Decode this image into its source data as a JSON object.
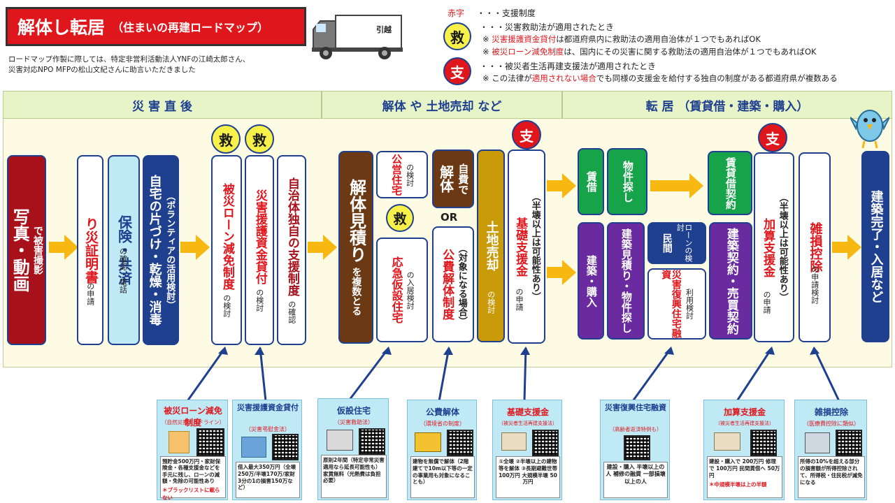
{
  "title": {
    "main": "解体し転居",
    "sub": "（住まいの再建ロードマップ）"
  },
  "credit": [
    "ロードマップ作製に際しては、特定非営利活動法人YNFの江崎太郎さん、",
    "災害対応NPO MFPの松山文紀さんに助言いただきました"
  ],
  "truck_label": "引越",
  "legend": {
    "red_word": "赤字",
    "red_desc": "・・・支援制度",
    "kyu_symbol": "救",
    "kyu_desc": "・・・災害救助法が適用されたとき",
    "kyu_note1_a": "※ ",
    "kyu_note1_red": "災害援護資金貸付",
    "kyu_note1_b": "は都道府県内に救助法の適用自治体が１つでもあればOK",
    "kyu_note2_a": "※ ",
    "kyu_note2_red": "被災ローン減免制度",
    "kyu_note2_b": "は、国内にその災害に関する救助法の適用自治体が１つでもあればOK",
    "shi_symbol": "支",
    "shi_desc": "・・・被災者生活再建支援法が適用されたとき",
    "shi_note_a": "※ この法律が",
    "shi_note_red": "適用されない場合",
    "shi_note_b": "でも同様の支援金を給付する独自の制度がある都道府県が複数ある"
  },
  "phases": [
    "災 害 直 後",
    "解体 や 土地売却 など",
    "転 居 （賃貸借・建築・購入）"
  ],
  "steps": {
    "photo": {
      "main": "写真・動画",
      "sub": "で被害撮影"
    },
    "risai": {
      "main": "り災証明書",
      "sub": "の申請"
    },
    "hoken": {
      "main": "保険・共済",
      "sub": "の確認・電話"
    },
    "jitaku": {
      "main": "自宅の片づけ・乾燥・消毒",
      "sub": "（ボランティアの活用検討）"
    },
    "loan": {
      "main": "被災ローン減免制度",
      "sub": "の検討"
    },
    "engo": {
      "main": "災害援護資金貸付",
      "sub": "の検討"
    },
    "jichitai": {
      "main": "自治体独自の支援制度",
      "sub": "の確認"
    },
    "kaitai_mitsumori": {
      "main": "解体見積り",
      "sub": "を複数とる"
    },
    "koei": {
      "main": "公営住宅",
      "sub": "の検討"
    },
    "kasetsu": {
      "main": "応急仮設住宅",
      "sub": "の入居検討"
    },
    "jihi": {
      "main": "解体",
      "sub": "自費で"
    },
    "or": "OR",
    "kohi": {
      "main": "公費解体制度",
      "sub": "（対象になる場合）"
    },
    "tochi": {
      "main": "土地売却",
      "sub": "の検討"
    },
    "kiso": {
      "main": "基礎支援金",
      "sub1": "（半壊以上は可能性あり）",
      "sub2": "の申請"
    },
    "chinshaku": "賃借",
    "bukken": "物件探し",
    "chintai_keiyaku": "賃貸借契約",
    "kenchiku_konyu": "建築・購入",
    "kenchiku_mitsumori": "建築見積り・物件探し",
    "minkan": {
      "main": "民間",
      "sub": "ローンの検討"
    },
    "fukko": {
      "main": "災害復興住宅融資",
      "sub": "利用検討"
    },
    "baibai": "建築契約・売買契約",
    "kasan": {
      "main": "加算支援金",
      "sub1": "（半壊以上は可能性あり）",
      "sub2": "の申請"
    },
    "zasson": {
      "main": "雑損控除",
      "sub": "の申請検討"
    },
    "kanryo": "建築完了・入居など"
  },
  "cards": [
    {
      "title": "被災ローン減免制度",
      "subtitle": "（自然災害ガイドライン）",
      "body": "預貯金500万円・家財保険金・各種支援金などを手元に残し、ローンの減額・免除の可能性あり",
      "note": "＊ブラックリストに載らない"
    },
    {
      "title": "災害援護資金貸付",
      "subtitle": "（災害弔慰金法）",
      "body": "借入最大350万円（全壊250万/半壊170万/家財3分の1の損害150万など）",
      "note": ""
    },
    {
      "title": "仮設住宅",
      "subtitle": "（災害救助法）",
      "body": "原則2年間（特定非常災害適用なら延長可能性も）家賃無料（光熱費は負担必要）",
      "note": ""
    },
    {
      "title": "公費解体",
      "subtitle": "（環境省の制度）",
      "body": "建物を無償で解体（2階建てで10m以下等の一定の事業用も対象になることも）",
      "note": ""
    },
    {
      "title": "基礎支援金",
      "subtitle": "（被災者生活再建支援法）",
      "body": "①全壊 ②半壊以上の建物等を解体 ③長期避難世帯 100万円 大規模半壊 50万円",
      "note": ""
    },
    {
      "title": "災害復興住宅融資",
      "subtitle": "（高齢者返済特例も）",
      "body": "建設・購入 半壊以上の人 補修の融資 一部損壊以上の人",
      "note": ""
    },
    {
      "title": "加算支援金",
      "subtitle": "（被災者生活再建支援法）",
      "body": "建設・購入で 200万円 修理で 100万円 民間賃借へ 50万円",
      "note": "＊中規模半壊は上の半額"
    },
    {
      "title": "雑損控除",
      "subtitle": "（医療費控除に類似）",
      "body": "所得の10%を超える部分の損害額が所得控除されて、所得税・住民税が減免になる",
      "note": ""
    }
  ],
  "colors": {
    "navy": "#1f3f8f",
    "darkred": "#a8101a",
    "green": "#17a34a",
    "purple": "#6a2aa0",
    "brown": "#6b3a14",
    "gold": "#c99a0a",
    "panel": "#fdfbe3",
    "phase": "#e6f4c8",
    "arrow": "#f7b812"
  }
}
